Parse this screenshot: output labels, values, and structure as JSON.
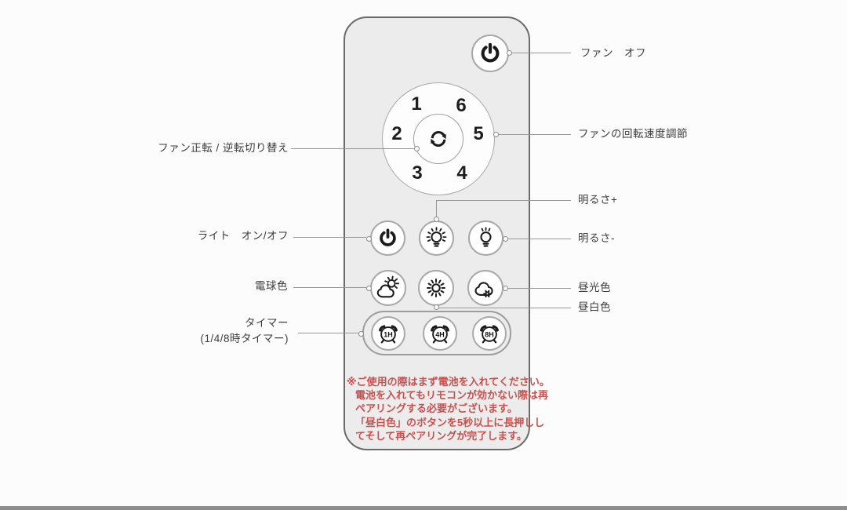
{
  "annotations": {
    "fan_off": "ファン　オフ",
    "fan_speed": "ファンの回転速度調節",
    "fan_direction": "ファン正転 / 逆転切り替え",
    "brightness_plus": "明るさ+",
    "brightness_minus": "明るさ-",
    "light_on_off": "ライト　オン/オフ",
    "bulb_color": "電球色",
    "daylight_color": "昼光色",
    "neutral_white": "昼白色",
    "timer_line1": "タイマー",
    "timer_line2": "(1/4/8時タイマー)"
  },
  "remote": {
    "dial": {
      "n1": "1",
      "n2": "2",
      "n3": "3",
      "n4": "4",
      "n5": "5",
      "n6": "6"
    },
    "timers": [
      {
        "label": "1H"
      },
      {
        "label": "4H"
      },
      {
        "label": "8H"
      }
    ],
    "warning_lines": [
      "※ご使用の際はまず電池を入れてください。",
      "電池を入れてもリモコンが効かない際は再",
      "ペアリングする必要がございます。",
      "「昼白色」のボタンを5秒以上に長押しし",
      "てそして再ペアリングが完了します。"
    ]
  },
  "icons": {
    "fan_off_button": "power-icon",
    "dial_center": "rotate-arrows-icon",
    "light_power_button": "power-icon",
    "brightness_up_button": "bulb-bright-icon",
    "brightness_down_button": "bulb-dim-icon",
    "warm_color_button": "sun-behind-cloud-icon",
    "neutral_white_button": "sun-icon",
    "daylight_color_button": "cloud-gear-icon",
    "timer_buttons": "alarm-clock-icon"
  },
  "colors": {
    "background": "#fcfcfc",
    "remote_body": "#ececec",
    "remote_border": "#6b6b6b",
    "button_fill": "#ffffff",
    "button_border": "#a8a8a8",
    "icon_stroke": "#1b1b1b",
    "annotation_text": "#3c3c3c",
    "connector_line": "#989898",
    "warning_text": "#c8514e",
    "bottom_bar": "#8d8d8d"
  }
}
